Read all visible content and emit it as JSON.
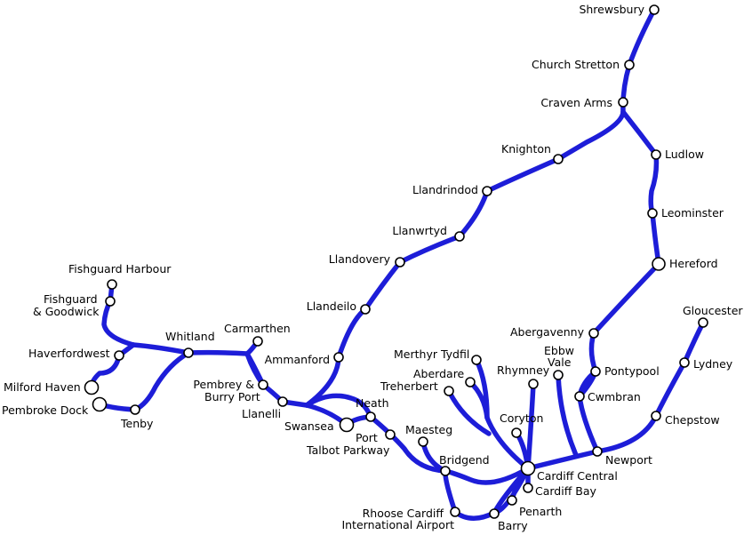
{
  "line_color": "#1d1dd8",
  "stations": {
    "shrewsbury": "Shrewsbury",
    "church_stretton": "Church Stretton",
    "craven_arms": "Craven Arms",
    "ludlow": "Ludlow",
    "leominster": "Leominster",
    "hereford": "Hereford",
    "knighton": "Knighton",
    "llandrindod": "Llandrindod",
    "llanwrtyd": "Llanwrtyd",
    "llandovery": "Llandovery",
    "llandeilo": "Llandeilo",
    "ammanford": "Ammanford",
    "abergavenny": "Abergavenny",
    "pontypool": "Pontypool",
    "cwmbran": "Cwmbran",
    "gloucester": "Gloucester",
    "lydney": "Lydney",
    "chepstow": "Chepstow",
    "newport": "Newport",
    "cardiff_central": "Cardiff Central",
    "cardiff_bay": "Cardiff Bay",
    "penarth": "Penarth",
    "barry": "Barry",
    "rhoose_line1": "Rhoose Cardiff",
    "rhoose_line2": "International Airport",
    "bridgend": "Bridgend",
    "maesteg": "Maesteg",
    "port_talbot_line1": "Port",
    "port_talbot_line2": "Talbot Parkway",
    "neath": "Neath",
    "swansea": "Swansea",
    "llanelli": "Llanelli",
    "pembrey_line1": "Pembrey &",
    "pembrey_line2": "Burry Port",
    "carmarthen": "Carmarthen",
    "whitland": "Whitland",
    "tenby": "Tenby",
    "pembroke_dock": "Pembroke Dock",
    "milford_haven": "Milford Haven",
    "haverfordwest": "Haverfordwest",
    "fishguard_goodwick_line1": "Fishguard",
    "fishguard_goodwick_line2": "& Goodwick",
    "fishguard_harbour": "Fishguard Harbour",
    "merthyr_tydfil": "Merthyr Tydfil",
    "aberdare": "Aberdare",
    "treherbert": "Treherbert",
    "rhymney": "Rhymney",
    "ebbw_vale_line1": "Ebbw",
    "ebbw_vale_line2": "Vale",
    "coryton": "Coryton"
  }
}
